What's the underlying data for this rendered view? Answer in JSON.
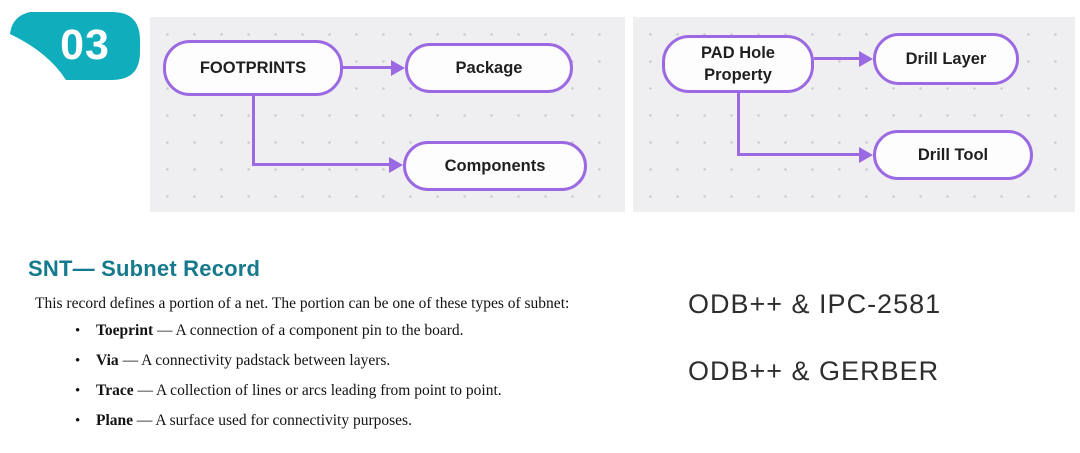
{
  "badge": {
    "number": "03"
  },
  "diagrams": {
    "left": {
      "nodes": {
        "footprints": "FOOTPRINTS",
        "package": "Package",
        "components": "Components"
      }
    },
    "right": {
      "nodes": {
        "pad_hole": "PAD Hole Property",
        "drill_layer": "Drill Layer",
        "drill_tool": "Drill Tool"
      }
    }
  },
  "document": {
    "heading": "SNT— Subnet Record",
    "intro": "This record defines a portion of a net. The portion can be one of these types of subnet:",
    "bullets": [
      {
        "dot": "•",
        "term": "Toeprint",
        "desc": " — A connection of a component pin to the board."
      },
      {
        "dot": "•",
        "term": "Via",
        "desc": " — A connectivity padstack between layers."
      },
      {
        "dot": "•",
        "term": "Trace",
        "desc": " — A collection of lines or arcs leading from point to point."
      },
      {
        "dot": "•",
        "term": "Plane",
        "desc": " — A surface used for connectivity purposes."
      }
    ]
  },
  "formats": {
    "line1": "ODB++ & IPC-2581",
    "line2": "ODB++ & GERBER"
  },
  "colors": {
    "accent_teal": "#10adbd",
    "heading_teal": "#17798d",
    "diagram_purple": "#9b69e2"
  }
}
